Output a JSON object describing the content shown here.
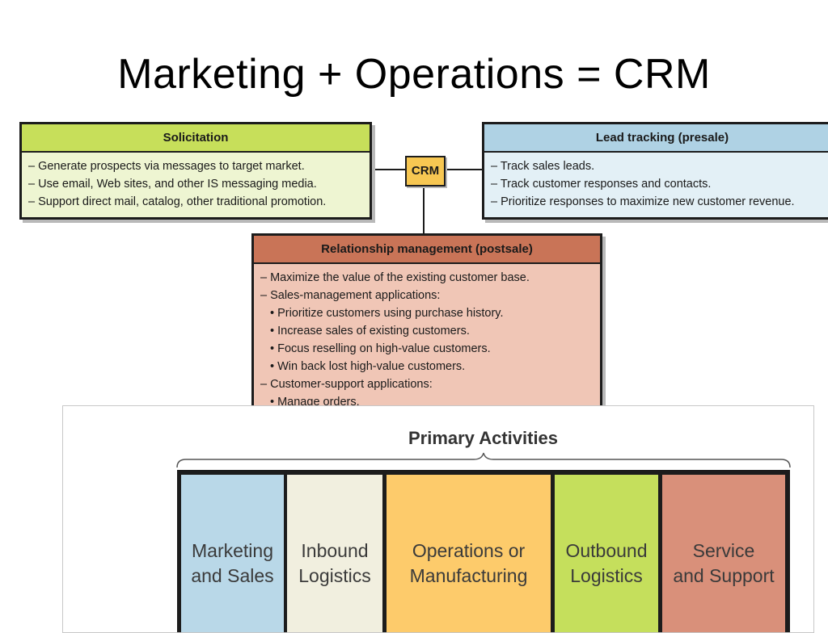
{
  "title": "Marketing + Operations = CRM",
  "crm_label": "CRM",
  "solicitation": {
    "title": "Solicitation",
    "items": [
      "– Generate prospects via messages to target market.",
      "– Use email, Web sites, and other IS messaging media.",
      "– Support direct mail, catalog, other traditional promotion."
    ]
  },
  "lead_tracking": {
    "title": "Lead tracking (presale)",
    "items": [
      "– Track sales leads.",
      "– Track customer responses and contacts.",
      "– Prioritize responses to maximize new customer revenue."
    ]
  },
  "relationship": {
    "title": "Relationship management (postsale)",
    "items": [
      "– Maximize the value of the existing customer base.",
      "– Sales-management applications:",
      "• Prioritize customers using purchase history.",
      "• Increase sales of existing customers.",
      "• Focus reselling on high-value customers.",
      "• Win back lost high-value customers.",
      "– Customer-support applications:",
      "• Manage orders."
    ]
  },
  "value_chain": {
    "title": "Primary Activities",
    "activities": [
      {
        "line1": "Marketing",
        "line2": "and Sales",
        "color": "#b9d8e8"
      },
      {
        "line1": "Inbound",
        "line2": "Logistics",
        "color": "#f1efdf"
      },
      {
        "line1": "Operations or",
        "line2": "Manufacturing",
        "color": "#fdcb6b"
      },
      {
        "line1": "Outbound",
        "line2": "Logistics",
        "color": "#c5df5c"
      },
      {
        "line1": "Service",
        "line2": "and Support",
        "color": "#d9907a"
      }
    ]
  },
  "colors": {
    "solicitation_header": "#c7df5a",
    "lead_header": "#afd2e4",
    "relationship_header": "#c97457",
    "crm_box": "#f7c752"
  }
}
